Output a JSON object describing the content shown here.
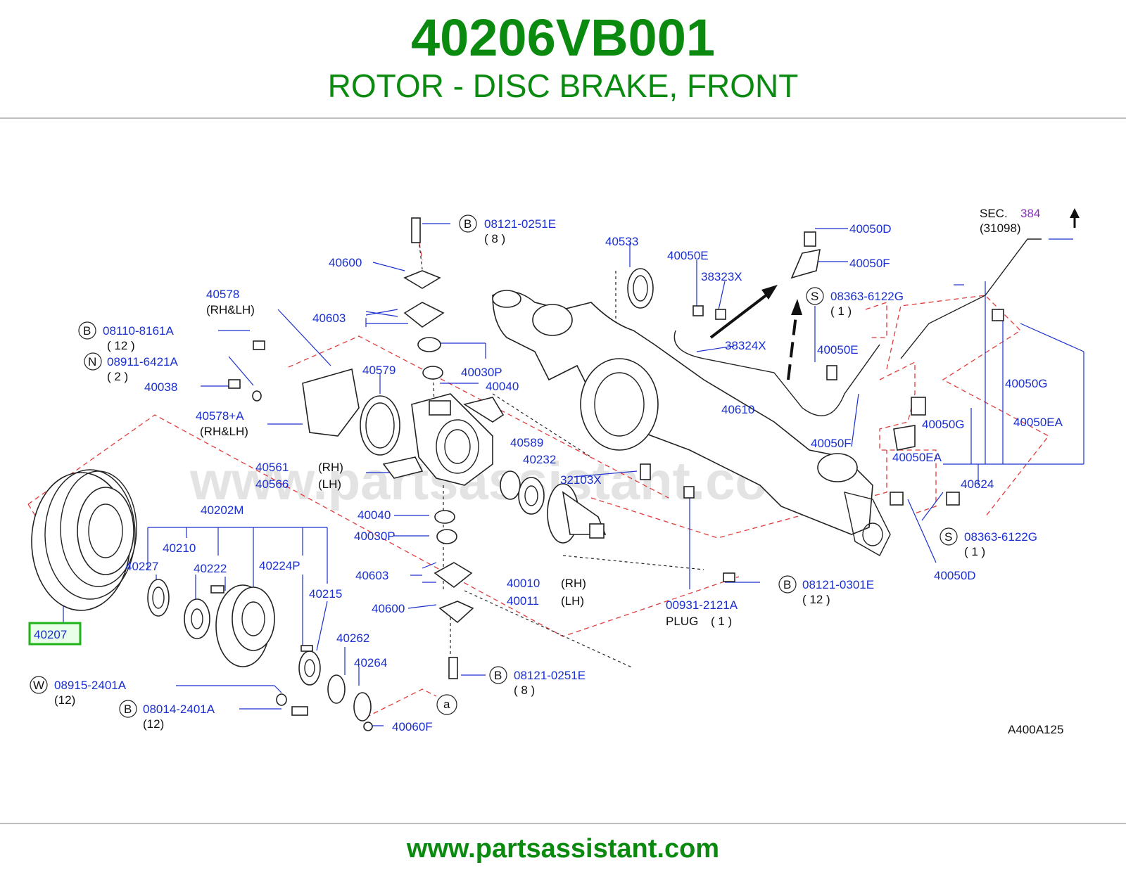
{
  "header": {
    "part_number": "40206VB001",
    "description": "ROTOR - DISC BRAKE, FRONT"
  },
  "footer": {
    "url": "www.partsassistant.com"
  },
  "watermark": "www.partsassistant.com",
  "diagram_code": "A400A125",
  "colors": {
    "title_green": "#0b8a10",
    "label_blue": "#1a2fcf",
    "highlight_green": "#1fb319",
    "dash_red": "#e23b3b"
  },
  "highlighted_part": "40207",
  "labels": {
    "p40207": "40207",
    "b08121_top": "08121-0251E",
    "q8_top": "( 8 )",
    "p40600_top": "40600",
    "p40578": "40578",
    "rhlh1": "(RH&LH)",
    "p40603_top": "40603",
    "b08110": "08110-8161A",
    "q12a": "( 12 )",
    "n08911": "08911-6421A",
    "q2": "( 2 )",
    "p40038": "40038",
    "p40578a": "40578+A",
    "rhlh2": "(RH&LH)",
    "p40579": "40579",
    "p40030p_top": "40030P",
    "p40040_top": "40040",
    "p40533": "40533",
    "p40050e_top": "40050E",
    "p38323x": "38323X",
    "p38324x": "38324X",
    "p40050d_top": "40050D",
    "p40050f_top": "40050F",
    "s08363_top": "08363-6122G",
    "q1a": "( 1 )",
    "p40050e_mid": "40050E",
    "sec": "SEC.",
    "sec_no": "384",
    "sec_ref": "(31098)",
    "p40610": "40610",
    "p40050f_mid": "40050F",
    "p40050g_r": "40050G",
    "p40050g_l": "40050G",
    "p40050ea_r": "40050EA",
    "p40050ea_l": "40050EA",
    "p40624": "40624",
    "s08363_bot": "08363-6122G",
    "q1b": "( 1 )",
    "p40050d_bot": "40050D",
    "p40561": "40561",
    "rh1": "(RH)",
    "p40566": "40566",
    "lh1": "(LH)",
    "p40589": "40589",
    "p40232": "40232",
    "p32103x": "32103X",
    "p40040_bot": "40040",
    "p40030p_bot": "40030P",
    "p40603_bot": "40603",
    "p40010": "40010",
    "rh2": "(RH)",
    "p40011": "40011",
    "lh2": "(LH)",
    "p40600_bot": "40600",
    "p00931": "00931-2121A",
    "plug": "PLUG",
    "q1c": "( 1 )",
    "b08121_mid": "08121-0301E",
    "q12b": "( 12 )",
    "p40202m": "40202M",
    "p40210": "40210",
    "p40227": "40227",
    "p40222": "40222",
    "p40224p": "40224P",
    "p40215": "40215",
    "p40262": "40262",
    "p40264": "40264",
    "b08121_bot": "08121-0251E",
    "q8_bot": "( 8 )",
    "w08915": "08915-2401A",
    "q12c": "(12)",
    "b08014": "08014-2401A",
    "q12d": "(12)",
    "p40060f": "40060F",
    "circ_b": "B",
    "circ_n": "N",
    "circ_s": "S",
    "circ_w": "W",
    "circ_a": "a"
  }
}
